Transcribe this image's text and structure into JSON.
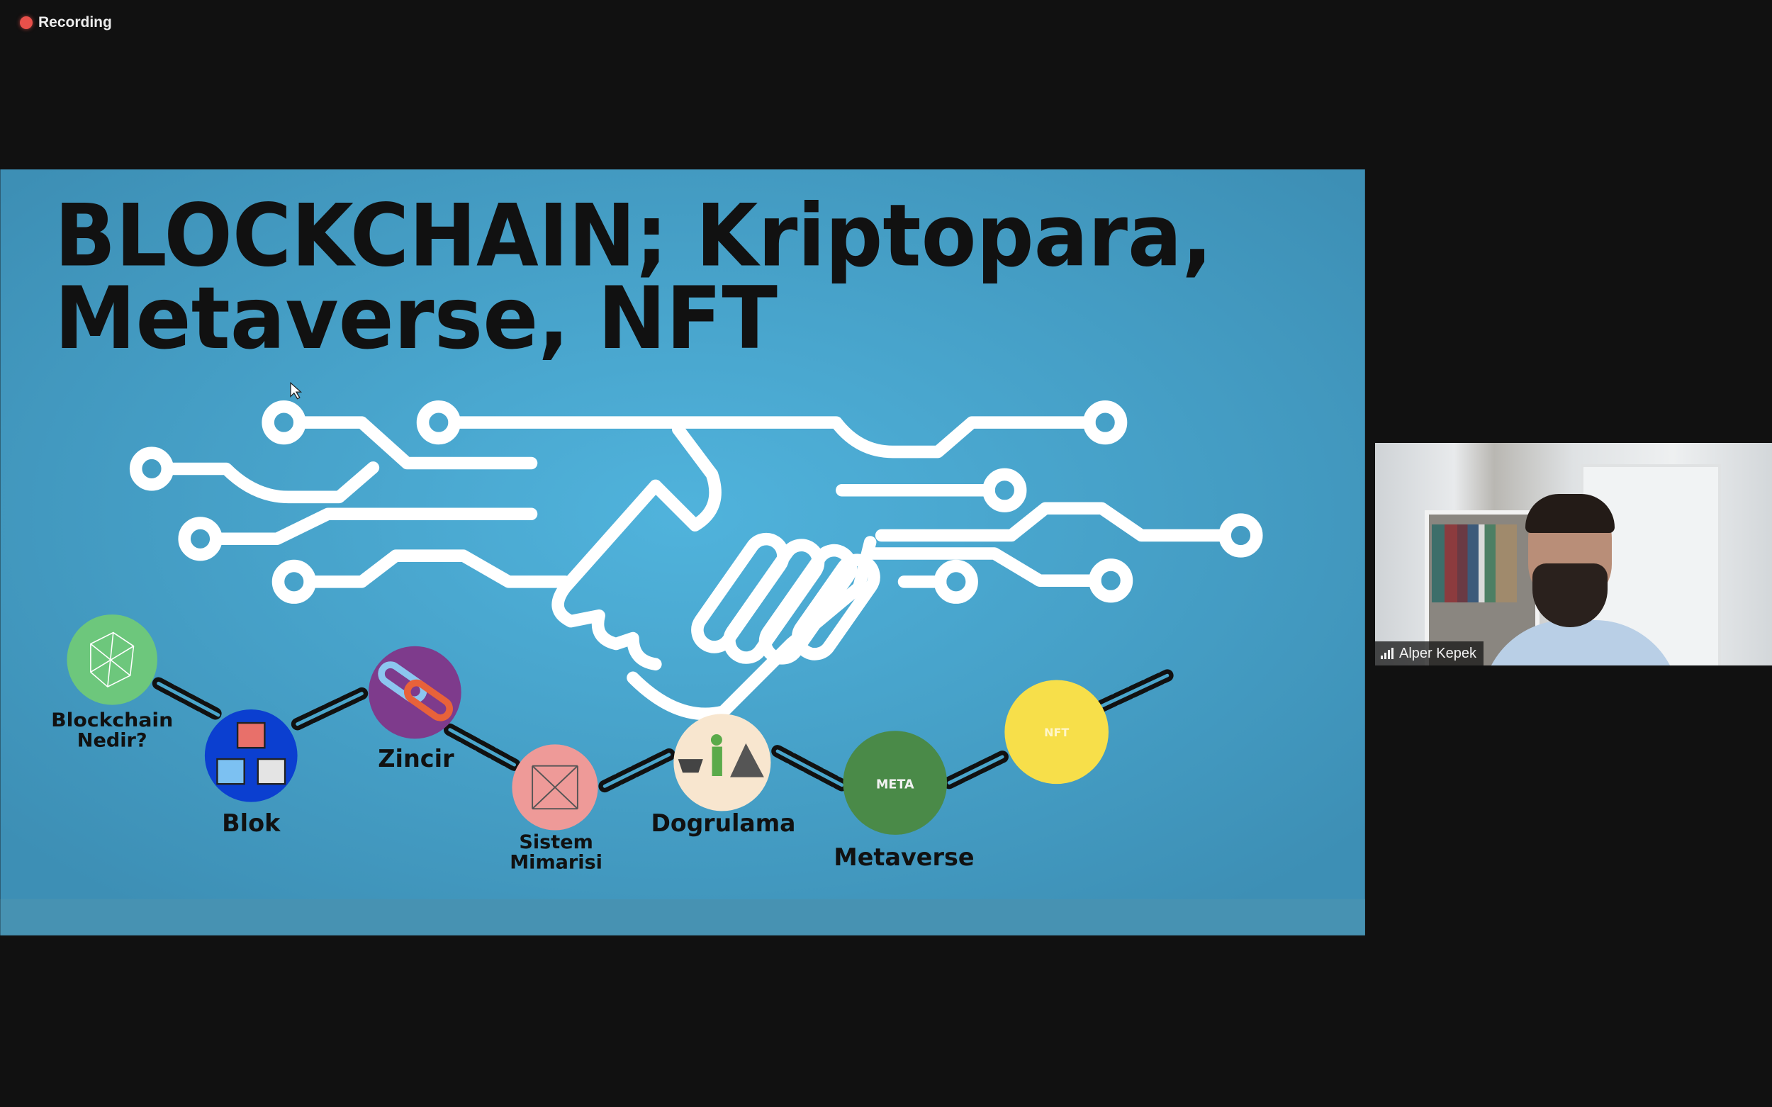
{
  "recording": {
    "label": "Recording",
    "color": "#e8504a"
  },
  "slide": {
    "title_line1": "BLOCKCHAIN; Kriptopara,",
    "title_line2": "Metaverse, NFT",
    "background": "#4aa6cc",
    "nodes": [
      {
        "label_line1": "Blockchain",
        "label_line2": "Nedir?",
        "color": "#6dc77c",
        "icon": "network-icon"
      },
      {
        "label_line1": "Blok",
        "color": "#0b3fd0",
        "icon": "cubes-icon"
      },
      {
        "label_line1": "Zincir",
        "color": "#7e3b8c",
        "icon": "link-icon"
      },
      {
        "label_line1": "Sistem",
        "label_line2": "Mimarisi",
        "color": "#ee9a98",
        "icon": "architecture-icon"
      },
      {
        "label_line1": "Dogrulama",
        "color": "#f8e6cf",
        "icon": "miner-icon"
      },
      {
        "label_line1": "Metaverse",
        "inner": "META",
        "color": "#4a8a48"
      },
      {
        "inner": "NFT",
        "color": "#f7df4a"
      }
    ]
  },
  "participant": {
    "name": "Alper Kepek"
  }
}
